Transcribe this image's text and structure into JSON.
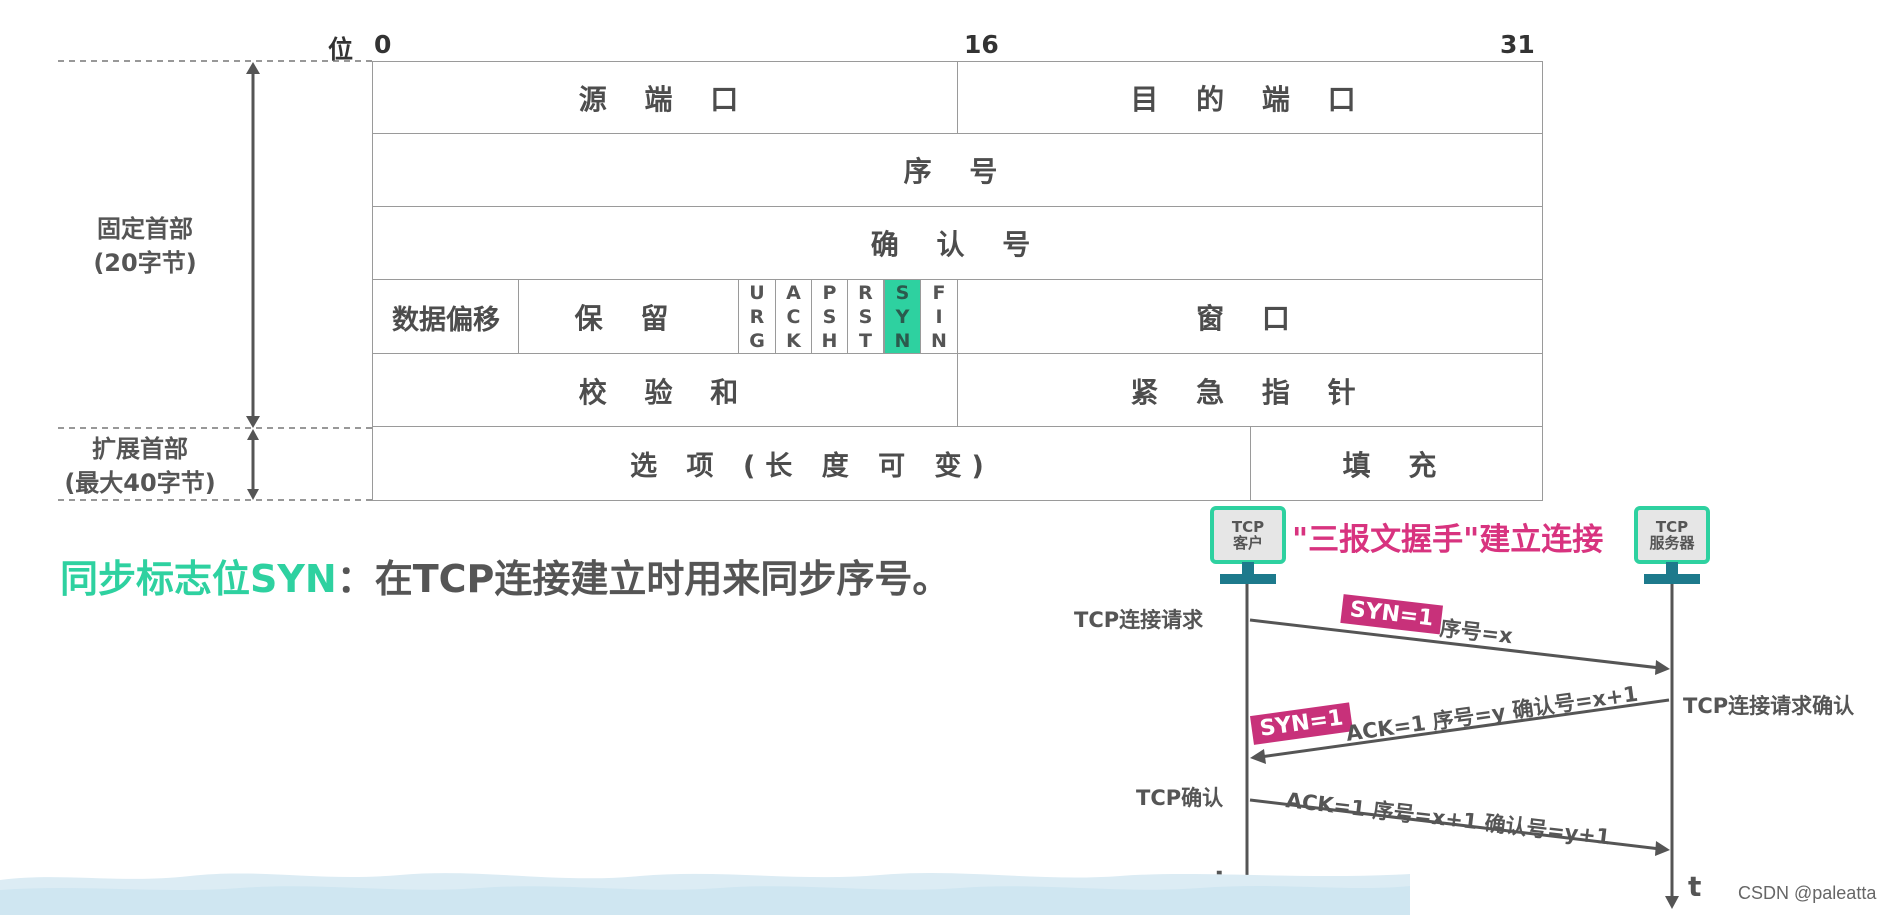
{
  "header": {
    "bit_label": "位",
    "bit_0": "0",
    "bit_16": "16",
    "bit_31": "31"
  },
  "side": {
    "fixed_line1": "固定首部",
    "fixed_line2": "(20字节)",
    "ext_line1": "扩展首部",
    "ext_line2": "(最大40字节)"
  },
  "fields": {
    "src_port": "源 端 口",
    "dst_port": "目 的 端 口",
    "seq": "序 号",
    "ack_num": "确 认 号",
    "data_offset": "数据偏移",
    "reserved": "保 留",
    "window": "窗 口",
    "checksum": "校 验 和",
    "urgent_ptr": "紧 急 指 针",
    "options": "选 项 (长 度 可 变)",
    "padding": "填 充"
  },
  "flags": [
    {
      "letters": [
        "U",
        "R",
        "G"
      ],
      "highlight": false
    },
    {
      "letters": [
        "A",
        "C",
        "K"
      ],
      "highlight": false
    },
    {
      "letters": [
        "P",
        "S",
        "H"
      ],
      "highlight": false
    },
    {
      "letters": [
        "R",
        "S",
        "T"
      ],
      "highlight": false
    },
    {
      "letters": [
        "S",
        "Y",
        "N"
      ],
      "highlight": true
    },
    {
      "letters": [
        "F",
        "I",
        "N"
      ],
      "highlight": false
    }
  ],
  "caption": {
    "highlight": "同步标志位SYN",
    "rest": "：在TCP连接建立时用来同步序号。"
  },
  "handshake": {
    "title": "\"三报文握手\"建立连接",
    "client": {
      "line1": "TCP",
      "line2": "客户"
    },
    "server": {
      "line1": "TCP",
      "line2": "服务器"
    },
    "label_request": "TCP连接请求",
    "label_request_ack": "TCP连接请求确认",
    "label_confirm": "TCP确认",
    "msg1_tag": "SYN=1",
    "msg1_text": "序号=x",
    "msg2_tag": "SYN=1",
    "msg2_text": "ACK=1  序号=y  确认号=x+1",
    "msg3_text": "ACK=1  序号=x+1  确认号=y+1",
    "time_client": "t",
    "time_server": "t"
  },
  "watermark": "CSDN @paleatta",
  "colors": {
    "accent_green": "#2ed1a0",
    "tag_magenta": "#c8317a",
    "title_pink": "#d8337f",
    "host_stand": "#1d7a8c"
  }
}
